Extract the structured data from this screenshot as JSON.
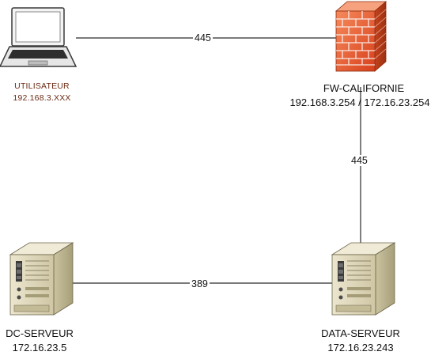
{
  "nodes": {
    "user": {
      "icon": "laptop-icon",
      "name": "UTILISATEUR",
      "ip": "192.168.3.XXX"
    },
    "firewall": {
      "icon": "firewall-icon",
      "name": "FW-CALIFORNIE",
      "ip": "192.168.3.254 / 172.16.23.254"
    },
    "dc_server": {
      "icon": "server-icon",
      "name": "DC-SERVEUR",
      "ip": "172.16.23.5"
    },
    "data_server": {
      "icon": "server-icon",
      "name": "DATA-SERVEUR",
      "ip": "172.16.23.243"
    }
  },
  "links": [
    {
      "from": "UTILISATEUR",
      "to": "FW-CALIFORNIE",
      "port": "445"
    },
    {
      "from": "FW-CALIFORNIE",
      "to": "DATA-SERVEUR",
      "port": "445"
    },
    {
      "from": "DC-SERVEUR",
      "to": "DATA-SERVEUR",
      "port": "389"
    }
  ],
  "colors": {
    "line": "#2b2b2b",
    "firewall_brick": "#e2542c",
    "server_body": "#d9d2b6",
    "user_label": "#6b2a14"
  }
}
